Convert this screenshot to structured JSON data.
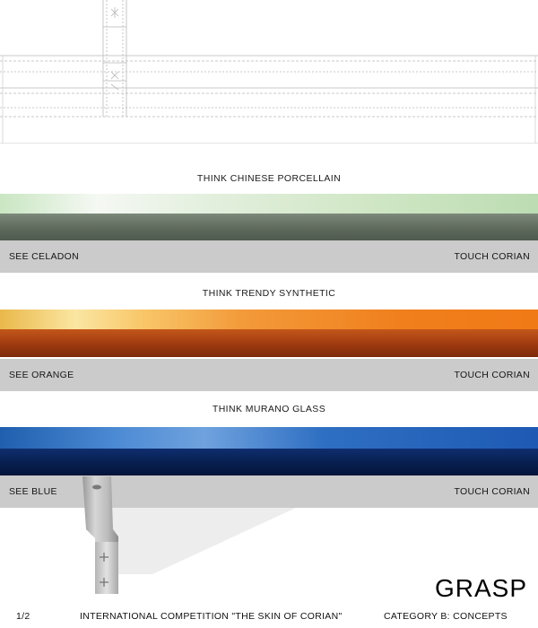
{
  "sections": [
    {
      "think": "THINK CHINESE PORCELLAIN",
      "see": "SEE CELADON",
      "touch": "TOUCH CORIAN"
    },
    {
      "think": "THINK TRENDY SYNTHETIC",
      "see": "SEE ORANGE",
      "touch": "TOUCH CORIAN"
    },
    {
      "think": "THINK MURANO GLASS",
      "see": "SEE BLUE",
      "touch": "TOUCH CORIAN"
    }
  ],
  "footer": {
    "brand": "GRASP",
    "page": "1/2",
    "competition": "INTERNATIONAL COMPETITION \"THE SKIN OF CORIAN\"",
    "category": "CATEGORY B: CONCEPTS"
  },
  "colors": {
    "celadon": "#7d8a7b",
    "orange": "#f07f1c",
    "blue": "#1e5ab4",
    "band_grey": "#cbcbcb"
  }
}
